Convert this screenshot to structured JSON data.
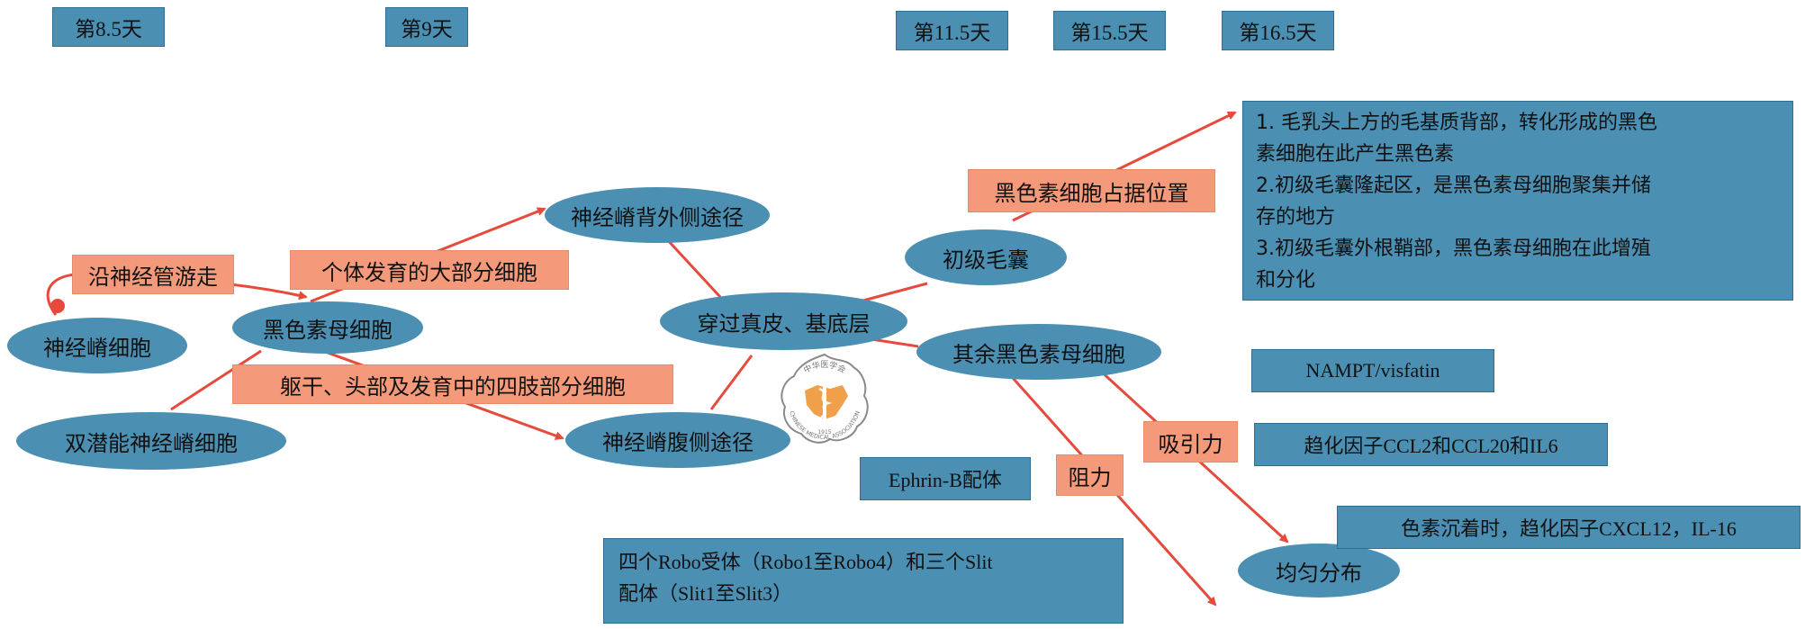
{
  "days": [
    "第8.5天",
    "第9天",
    "第11.5天",
    "第15.5天",
    "第16.5天"
  ],
  "nodes": {
    "neural_crest_cell": "神经嵴细胞",
    "melanoblast": "黑色素母细胞",
    "bipotent_crest": "双潜能神经嵴细胞",
    "dorsolateral_path": "神经嵴背外侧途径",
    "ventral_path": "神经嵴腹侧途径",
    "through_dermis": "穿过真皮、基底层",
    "primary_follicle": "初级毛囊",
    "remaining_melanoblasts": "其余黑色素母细胞",
    "uniform_distribution": "均匀分布"
  },
  "labels": {
    "migrate_along_tube": "沿神经管游走",
    "most_cells": "个体发育的大部分细胞",
    "trunk_head_limbs": "躯干、头部及发育中的四肢部分细胞",
    "melanocyte_position": "黑色素细胞占据位置",
    "attraction": "吸引力",
    "resistance": "阻力"
  },
  "boxes": {
    "follicle_info": [
      "1. 毛乳头上方的毛基质背部，转化形成的黑色",
      "素细胞在此产生黑色素",
      "2.初级毛囊隆起区，是黑色素母细胞聚集并储",
      "存的地方",
      "3.初级毛囊外根鞘部，黑色素母细胞在此增殖",
      "和分化"
    ],
    "nampt": "NAMPT/visfatin",
    "chemokines": "趋化因子CCL2和CCL20和IL6",
    "pigmentation": "色素沉着时，趋化因子CXCL12，IL-16",
    "ephrin": "Ephrin-B配体",
    "robo_slit": [
      "四个Robo受体（Robo1至Robo4）和三个Slit",
      "配体（Slit1至Slit3）"
    ]
  },
  "logo": {
    "top_text": "中华医学会",
    "bottom_text": "CHINESE MEDICAL ASSOCIATION",
    "year": "1915"
  },
  "colors": {
    "node_blue": "#4b8fb3",
    "label_orange": "#f49a7a",
    "arrow_red": "#e64a3c",
    "logo_orange": "#f0a04b"
  }
}
